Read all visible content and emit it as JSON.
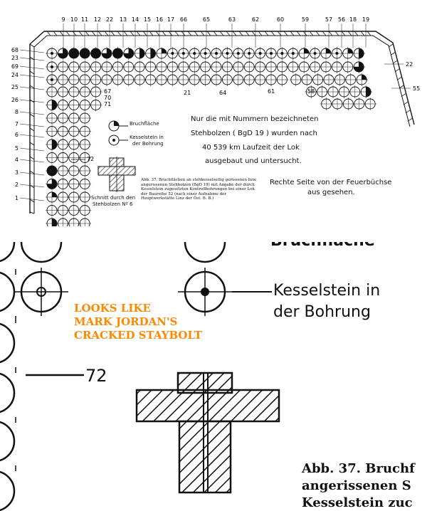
{
  "top": {
    "top_numbers": [
      "9",
      "10",
      "11",
      "12",
      "22",
      "13",
      "14",
      "15",
      "16",
      "17",
      "66",
      "65",
      "63",
      "62",
      "60",
      "59",
      "57",
      "56",
      "18",
      "19"
    ],
    "left_numbers": [
      "68",
      "23",
      "69",
      "24",
      "25",
      "26",
      "8",
      "7",
      "6",
      "5",
      "4",
      "3",
      "2",
      "1"
    ],
    "inner_numbers": [
      "67",
      "70",
      "71",
      "72",
      "21",
      "64",
      "61",
      "58"
    ],
    "right_numbers": [
      "22",
      "55"
    ],
    "legend": {
      "fracture": "Bruchfläche",
      "scale_line1": "Kesselstein in",
      "scale_line2": "der Bohrung"
    },
    "section_label_line1": "Schnitt durch den",
    "section_label_line2": "Stehbolzen Nº 6",
    "note_lines": [
      "Nur die mit Nummern bezeichneten",
      "Stehbolzen ( BgD 19 ) wurden nach",
      "40 539 km  Laufzeit der Lok",
      "ausgebaut und untersucht."
    ],
    "side_note_line1": "Rechte  Seite von der Feuerbüchse",
    "side_note_line2": "aus gesehen.",
    "caption": "Abb. 37. Bruchflächen an stehkesselseitig gerissenen bzw. angerissenen Stehbolzen (BgD 19) mit Angabe der durch Kesselstein zugesetzten Kontrollbohrungen bei einer Lok der Baureihe 52 (nach einer Aufnahme der Hauptwerkstätte Linz der Öst. B. B.)"
  },
  "bottom": {
    "top_cut_text": "Bruchfläche",
    "callout_line1": "Kesselstein in",
    "callout_line2": "der Bohrung",
    "label_72": "72",
    "orange_note": "LOOKS LIKE\nMARK JORDAN'S\nCRACKED STAYBOLT",
    "caption_lines": [
      "Abb. 37. Bruchf",
      "angerissenen S",
      "Kesselstein zuc"
    ]
  },
  "colors": {
    "note": "#ff8800",
    "ink": "#111111",
    "background": "#ffffff"
  }
}
